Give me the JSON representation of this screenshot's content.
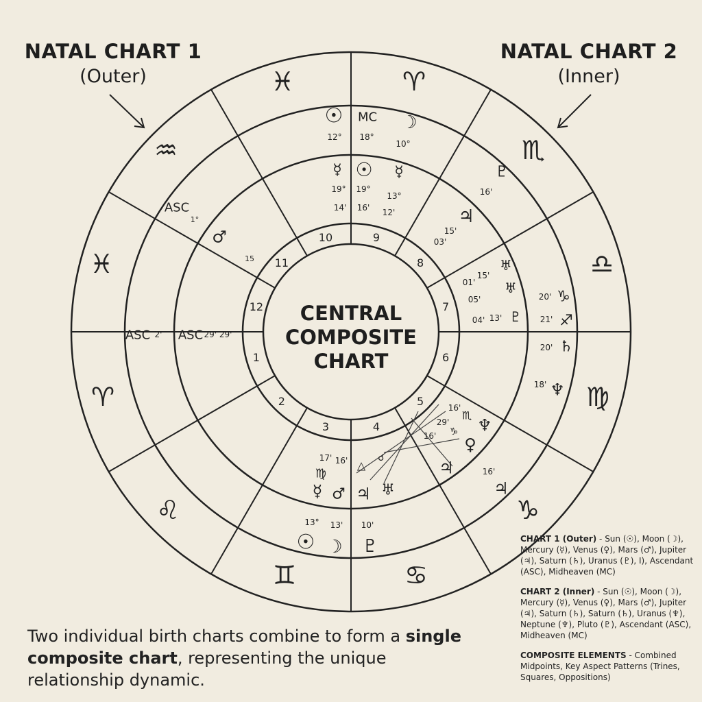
{
  "titles": {
    "left_line1": "NATAL CHART 1",
    "left_line2": "(Outer)",
    "right_line1": "NATAL CHART 2",
    "right_line2": "(Inner)"
  },
  "center_lines": [
    "CENTRAL",
    "COMPOSITE",
    "CHART"
  ],
  "houses": [
    "1",
    "2",
    "3",
    "4",
    "5",
    "6",
    "7",
    "8",
    "9",
    "10",
    "11",
    "12"
  ],
  "zodiac_outer": [
    {
      "glyph": "♓",
      "label": "pisces"
    },
    {
      "glyph": "♈",
      "label": "aries"
    },
    {
      "glyph": "♏",
      "label": "scorpio"
    },
    {
      "glyph": "♎",
      "label": "libra"
    },
    {
      "glyph": "♍",
      "label": "virgo"
    },
    {
      "glyph": "♑",
      "label": "capricorn"
    },
    {
      "glyph": "♋",
      "label": "cancer"
    },
    {
      "glyph": "♊",
      "label": "gemini"
    },
    {
      "glyph": "♌",
      "label": "leo"
    },
    {
      "glyph": "♈",
      "label": "aries-left"
    },
    {
      "glyph": "♓",
      "label": "pisces-left"
    },
    {
      "glyph": "♒",
      "label": "aquarius"
    }
  ],
  "markers": [
    {
      "text": "ASC",
      "label": "asc-upper"
    },
    {
      "text": "ASC",
      "label": "asc-outer"
    },
    {
      "text": "2'",
      "label": "asc-outer-degree"
    },
    {
      "text": "ASC",
      "label": "asc-inner"
    },
    {
      "text": "29' 29'",
      "label": "asc-inner-degree"
    },
    {
      "text": "MC",
      "label": "mc"
    },
    {
      "text": "1°",
      "label": "asc-upper-degree"
    },
    {
      "text": "15",
      "label": "mars-degree"
    }
  ],
  "planet_glyphs": [
    {
      "glyph": "☉",
      "label": "sun-top-outer"
    },
    {
      "glyph": "☽",
      "label": "moon-top"
    },
    {
      "glyph": "☿",
      "label": "mercury-top-left"
    },
    {
      "glyph": "☉",
      "label": "sun-top-inner"
    },
    {
      "glyph": "☿",
      "label": "mercury-top-right"
    },
    {
      "glyph": "♇",
      "label": "pluto-upper-right"
    },
    {
      "glyph": "♃",
      "label": "jupiter-upper-right"
    },
    {
      "glyph": "♂",
      "label": "mars-upper-left"
    },
    {
      "glyph": "♅",
      "label": "uranus-right-1"
    },
    {
      "glyph": "♅",
      "label": "uranus-right-2"
    },
    {
      "glyph": "♇",
      "label": "pluto-right"
    },
    {
      "glyph": "♑",
      "label": "capricorn-right"
    },
    {
      "glyph": "♐",
      "label": "sagittarius-right"
    },
    {
      "glyph": "♄",
      "label": "saturn-right"
    },
    {
      "glyph": "♆",
      "label": "neptune-right"
    },
    {
      "glyph": "♆",
      "label": "neptune-lower-right"
    },
    {
      "glyph": "♀",
      "label": "venus-lower-right"
    },
    {
      "glyph": "♃",
      "label": "jupiter-lower-right-1"
    },
    {
      "glyph": "♃",
      "label": "jupiter-lower-right-2"
    },
    {
      "glyph": "♍",
      "label": "virgo-small-lower"
    },
    {
      "glyph": "☿",
      "label": "mercury-bottom"
    },
    {
      "glyph": "♂",
      "label": "mars-bottom"
    },
    {
      "glyph": "♃",
      "label": "jupiter-bottom"
    },
    {
      "glyph": "♅",
      "label": "uranus-bottom"
    },
    {
      "glyph": "☉",
      "label": "sun-bottom"
    },
    {
      "glyph": "☽",
      "label": "moon-bottom"
    },
    {
      "glyph": "♇",
      "label": "pluto-bottom"
    },
    {
      "glyph": "♏",
      "label": "scorpio-small"
    },
    {
      "glyph": "♑",
      "label": "capricorn-small"
    },
    {
      "glyph": "△",
      "label": "trine-symbol"
    },
    {
      "glyph": "☌",
      "label": "conjunction-symbol"
    }
  ],
  "degrees": [
    {
      "text": "12°",
      "label": "deg-sun-top"
    },
    {
      "text": "18°",
      "label": "deg-mc"
    },
    {
      "text": "10°",
      "label": "deg-moon-top"
    },
    {
      "text": "19°",
      "label": "deg-mercury-top"
    },
    {
      "text": "19°",
      "label": "deg-sun-inner"
    },
    {
      "text": "13°",
      "label": "deg-mercury-right"
    },
    {
      "text": "14'",
      "label": "deg-14"
    },
    {
      "text": "16'",
      "label": "deg-16-top"
    },
    {
      "text": "12'",
      "label": "deg-12"
    },
    {
      "text": "16'",
      "label": "deg-16-pluto"
    },
    {
      "text": "15'",
      "label": "deg-15-jupiter"
    },
    {
      "text": "03'",
      "label": "deg-03"
    },
    {
      "text": "01'",
      "label": "deg-01"
    },
    {
      "text": "15'",
      "label": "deg-15-uranus"
    },
    {
      "text": "05'",
      "label": "deg-05"
    },
    {
      "text": "04'",
      "label": "deg-04"
    },
    {
      "text": "13'",
      "label": "deg-13-pluto"
    },
    {
      "text": "20'",
      "label": "deg-20-cap"
    },
    {
      "text": "21'",
      "label": "deg-21"
    },
    {
      "text": "20'",
      "label": "deg-20-sat"
    },
    {
      "text": "18'",
      "label": "deg-18-nep"
    },
    {
      "text": "16'",
      "label": "deg-16-lower"
    },
    {
      "text": "29'",
      "label": "deg-29-lower"
    },
    {
      "text": "16'",
      "label": "deg-16-venus"
    },
    {
      "text": "16'",
      "label": "deg-16-jup"
    },
    {
      "text": "17'",
      "label": "deg-17"
    },
    {
      "text": "16'",
      "label": "deg-16-bottom"
    },
    {
      "text": "13°",
      "label": "deg-13-sun"
    },
    {
      "text": "13'",
      "label": "deg-13-moon"
    },
    {
      "text": "10'",
      "label": "deg-10-pluto"
    }
  ],
  "legend": {
    "chart1_title": "CHART 1 (Outer)",
    "chart1_text": " - Sun (☉), Moon (☽), Mercury (☿), Venus (♀), Mars (♂), Jupiter (♃), Saturn (♄), Uranus (♇), I), Ascendant (ASC), Midheaven (MC)",
    "chart2_title": "CHART 2 (Inner)",
    "chart2_text": " - Sun (☉), Moon (☽), Mercury (☿), Venus (♀), Mars (♂), Jupiter (♃), Saturn (♄), Saturn (♄), Uranus (♆), Neptune (♆), Pluto (♇), Ascendant (ASC), Midheaven (MC)",
    "composite_title": "COMPOSITE ELEMENTS",
    "composite_text": " - Combined Midpoints, Key Aspect Patterns (Trines, Squares, Oppositions)"
  },
  "caption": {
    "part1": "Two individual birth charts combine to form a ",
    "bold": "single composite chart",
    "part2": ", representing the unique relationship dynamic."
  },
  "colors": {
    "background": "#f1ece0",
    "ink": "#222222"
  }
}
